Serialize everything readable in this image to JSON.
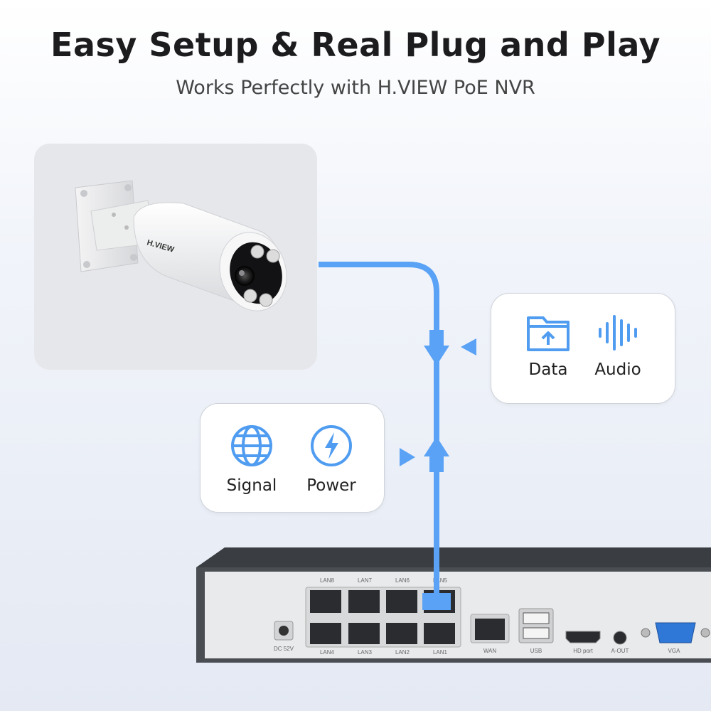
{
  "title": "Easy Setup & Real Plug and Play",
  "subtitle": "Works Perfectly with H.VIEW PoE NVR",
  "camera": {
    "brand": "H.VIEW"
  },
  "features_top": [
    {
      "icon": "folder-upload-icon",
      "label": "Data"
    },
    {
      "icon": "audio-wave-icon",
      "label": "Audio"
    }
  ],
  "features_bottom": [
    {
      "icon": "globe-icon",
      "label": "Signal"
    },
    {
      "icon": "lightning-icon",
      "label": "Power"
    }
  ],
  "nvr": {
    "ports_top": [
      "LAN8",
      "LAN7",
      "LAN6",
      "LAN5"
    ],
    "ports_bottom": [
      "LAN4",
      "LAN3",
      "LAN2",
      "LAN1"
    ],
    "dc": "DC 52V",
    "wan": "WAN",
    "usb": "USB",
    "hd": "HD port",
    "aout": "A-OUT",
    "vga": "VGA"
  },
  "colors": {
    "accent": "#4f9cf0",
    "cable": "#5aa2f5",
    "text": "#1c1c1e"
  }
}
